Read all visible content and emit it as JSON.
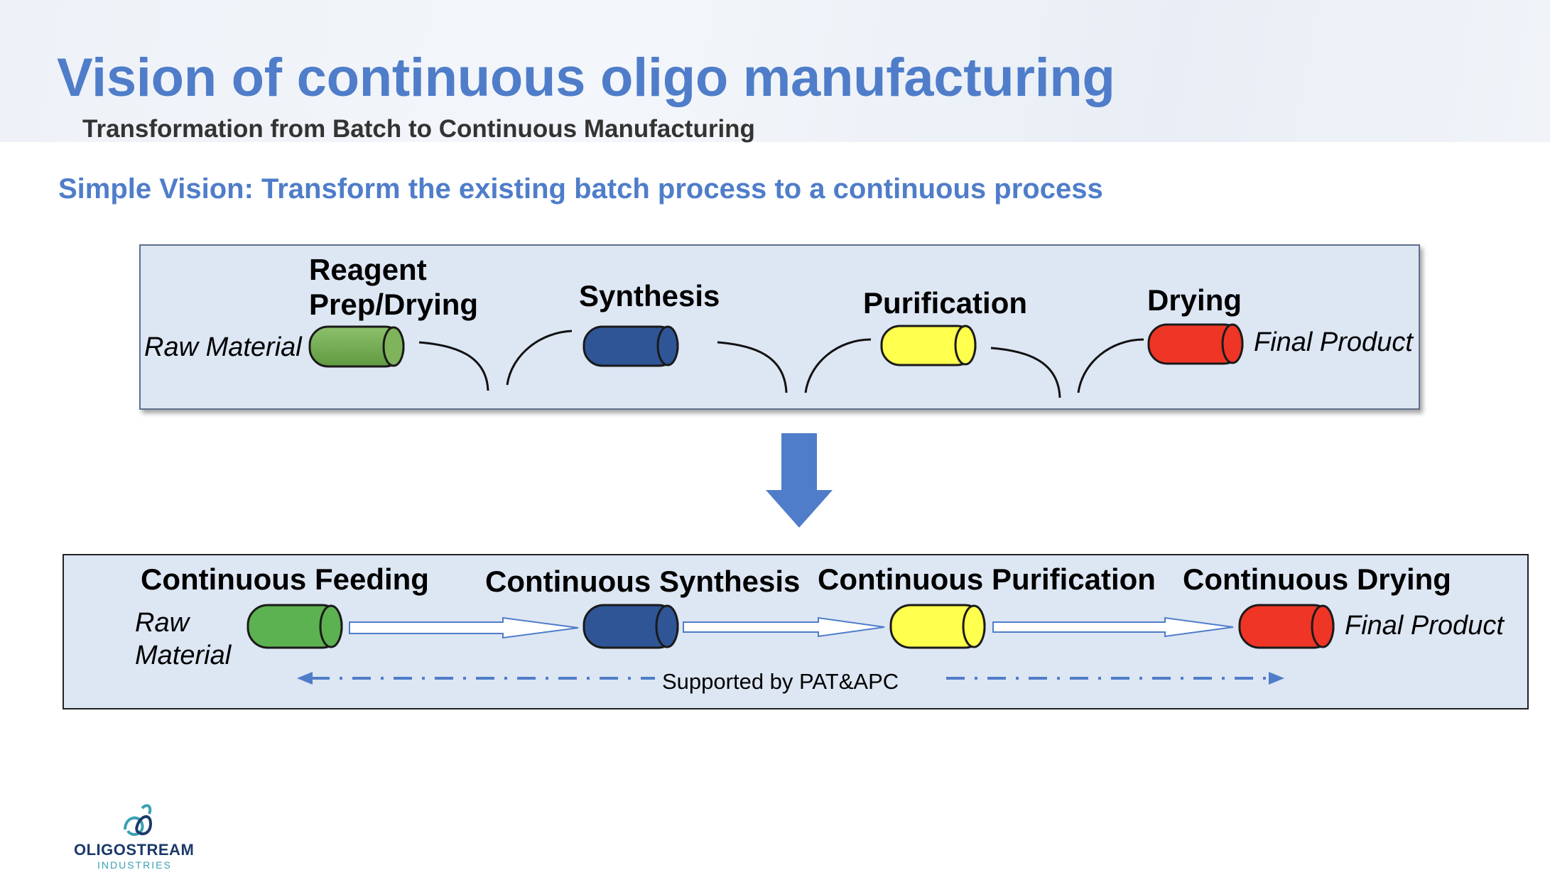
{
  "slide": {
    "title": "Vision of continuous oligo manufacturing",
    "subtitle": "Transformation from Batch to Continuous Manufacturing",
    "vision": "Simple Vision: Transform the existing batch process to a continuous process"
  },
  "batch": {
    "input_label": "Raw Material",
    "output_label": "Final Product",
    "stages": [
      {
        "line1": "Reagent",
        "line2": "Prep/Drying",
        "color": "#6aa84f"
      },
      {
        "label": "Synthesis",
        "color": "#2f5597"
      },
      {
        "label": "Purification",
        "color": "#ffff4d"
      },
      {
        "label": "Drying",
        "color": "#ee3526"
      }
    ]
  },
  "continuous": {
    "input_line1": "Raw",
    "input_line2": "Material",
    "output_label": "Final Product",
    "support_label": "Supported by PAT&APC",
    "stages": [
      {
        "label": "Continuous Feeding",
        "color": "#5cb150"
      },
      {
        "label": "Continuous Synthesis",
        "color": "#2f5597"
      },
      {
        "label": "Continuous Purification",
        "color": "#ffff4d"
      },
      {
        "label": "Continuous Drying",
        "color": "#ee3526"
      }
    ]
  },
  "colors": {
    "accent": "#4f7dc9",
    "box_fill": "#dde6f3",
    "arrow": "#4f7dc9"
  },
  "logo": {
    "name": "OLIGOSTREAM",
    "tagline": "INDUSTRIES"
  }
}
